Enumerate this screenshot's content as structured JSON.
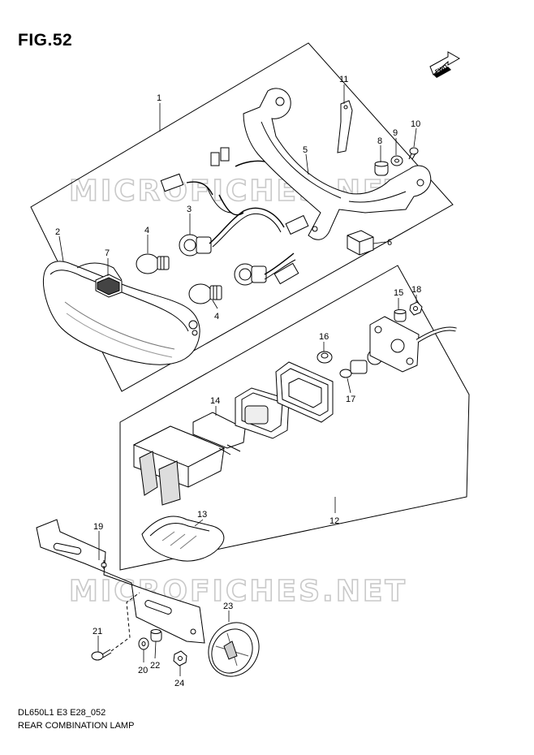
{
  "figure": {
    "title": "FIG.52",
    "model_code": "DL650L1 E3 E28_052",
    "section_name": "REAR COMBINATION LAMP",
    "fwd_label": "FWD",
    "watermark": "MICROFICHES.NET"
  },
  "callouts": {
    "c1": "1",
    "c2": "2",
    "c3": "3",
    "c4a": "4",
    "c4b": "4",
    "c5": "5",
    "c6": "6",
    "c7": "7",
    "c8": "8",
    "c9": "9",
    "c10": "10",
    "c11": "11",
    "c12": "12",
    "c13": "13",
    "c14": "14",
    "c15": "15",
    "c16": "16",
    "c17": "17",
    "c18": "18",
    "c19": "19",
    "c20": "20",
    "c21": "21",
    "c22": "22",
    "c23": "23",
    "c24": "24"
  }
}
